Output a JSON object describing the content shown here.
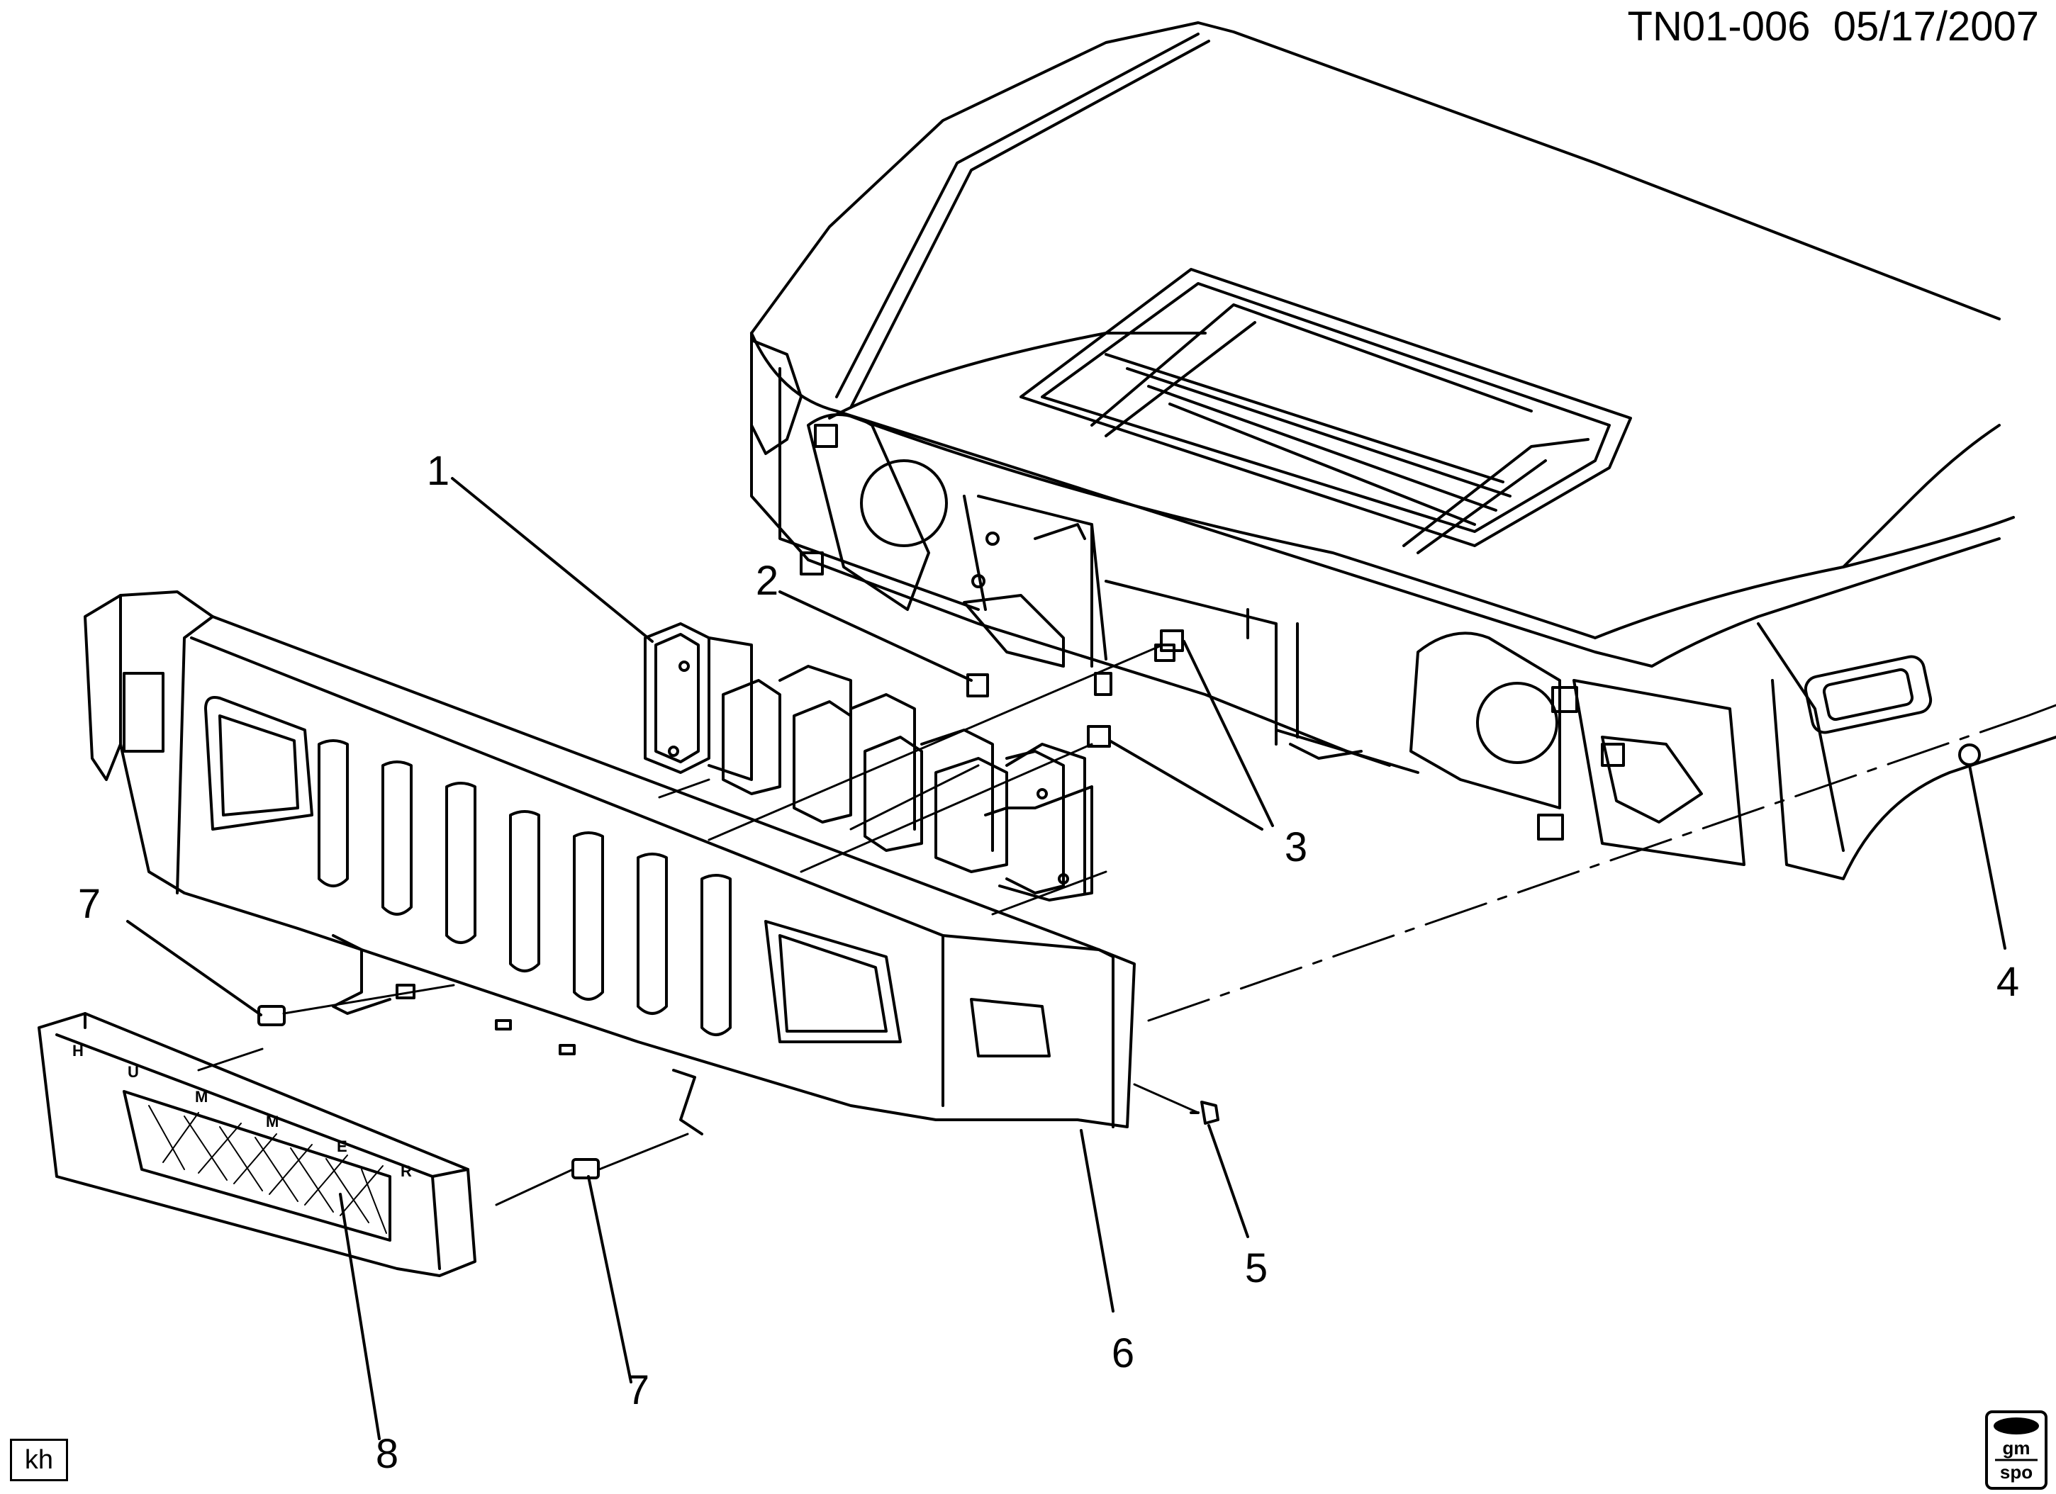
{
  "header": {
    "ref_code": "TN01-006",
    "date": "05/17/2007"
  },
  "callouts": [
    "1",
    "2",
    "3",
    "4",
    "5",
    "6",
    "7",
    "7",
    "8"
  ],
  "drawer_initials": "kh",
  "logo": {
    "line1": "gm",
    "line2": "spo"
  },
  "grille_letters": [
    "H",
    "U",
    "M",
    "M",
    "E",
    "R"
  ]
}
